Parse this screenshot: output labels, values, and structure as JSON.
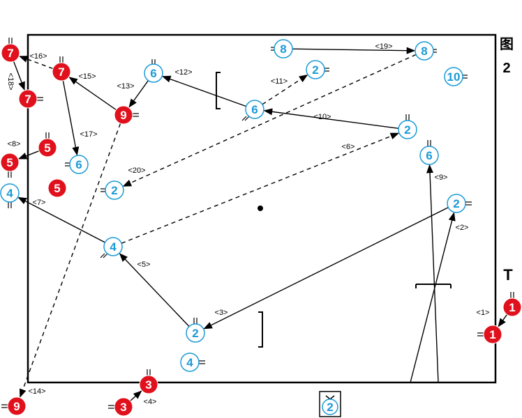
{
  "figure": {
    "caption_char": "图",
    "caption_num": "2",
    "side_mark": "T"
  },
  "colors": {
    "blue": "#1a9ad6",
    "red": "#e0101c",
    "line": "#000000",
    "circle_fill_blue": "#ffffff"
  },
  "players": [
    {
      "id": "b8a",
      "num": "8",
      "team": "blue"
    },
    {
      "id": "b8b",
      "num": "8",
      "team": "blue"
    },
    {
      "id": "b2a",
      "num": "2",
      "team": "blue"
    },
    {
      "id": "b10",
      "num": "10",
      "team": "blue"
    },
    {
      "id": "b6a",
      "num": "6",
      "team": "blue"
    },
    {
      "id": "b6b",
      "num": "6",
      "team": "blue"
    },
    {
      "id": "b2b",
      "num": "2",
      "team": "blue"
    },
    {
      "id": "b6c",
      "num": "6",
      "team": "blue"
    },
    {
      "id": "b6d",
      "num": "6",
      "team": "blue"
    },
    {
      "id": "b2c",
      "num": "2",
      "team": "blue"
    },
    {
      "id": "b4a",
      "num": "4",
      "team": "blue"
    },
    {
      "id": "b4b",
      "num": "4",
      "team": "blue"
    },
    {
      "id": "b2d",
      "num": "2",
      "team": "blue"
    },
    {
      "id": "b2e",
      "num": "2",
      "team": "blue"
    },
    {
      "id": "b4c",
      "num": "4",
      "team": "blue"
    },
    {
      "id": "b2f",
      "num": "2",
      "team": "blue"
    },
    {
      "id": "r7a",
      "num": "7",
      "team": "red"
    },
    {
      "id": "r7b",
      "num": "7",
      "team": "red"
    },
    {
      "id": "r7c",
      "num": "7",
      "team": "red"
    },
    {
      "id": "r9a",
      "num": "9",
      "team": "red"
    },
    {
      "id": "r5a",
      "num": "5",
      "team": "red"
    },
    {
      "id": "r5b",
      "num": "5",
      "team": "red"
    },
    {
      "id": "r5c",
      "num": "5",
      "team": "red"
    },
    {
      "id": "r1a",
      "num": "1",
      "team": "red"
    },
    {
      "id": "r1b",
      "num": "1",
      "team": "red"
    },
    {
      "id": "r3a",
      "num": "3",
      "team": "red"
    },
    {
      "id": "r3b",
      "num": "3",
      "team": "red"
    },
    {
      "id": "r9b",
      "num": "9",
      "team": "red"
    }
  ],
  "moves": [
    {
      "id": "m1",
      "label": "<1>",
      "from": "r1a",
      "to": "r1b",
      "style": "solid"
    },
    {
      "id": "m2",
      "label": "<2>",
      "from": "p_bottom1",
      "to": "b2d",
      "style": "solid"
    },
    {
      "id": "m3",
      "label": "<3>",
      "from": "b2d",
      "to": "b2e",
      "style": "solid"
    },
    {
      "id": "m4",
      "label": "<4>",
      "from": "r3b",
      "to": "r3a",
      "style": "solid"
    },
    {
      "id": "m5",
      "label": "<5>",
      "from": "b2e",
      "to": "b4b",
      "style": "solid"
    },
    {
      "id": "m6",
      "label": "<6>",
      "from": "b4b",
      "to": "b2b",
      "style": "dashed"
    },
    {
      "id": "m7",
      "label": "<7>",
      "from": "b4b",
      "to": "b4a",
      "style": "solid"
    },
    {
      "id": "m8",
      "label": "<8>",
      "from": "r5a",
      "to": "r5b",
      "style": "solid"
    },
    {
      "id": "m9",
      "label": "<9>",
      "from": "p_bottom2",
      "to": "b6d",
      "style": "solid"
    },
    {
      "id": "m10",
      "label": "<10>",
      "from": "b2b",
      "to": "b6b",
      "style": "solid"
    },
    {
      "id": "m11",
      "label": "<11>",
      "from": "b6b",
      "to": "b2a",
      "style": "dashed"
    },
    {
      "id": "m12",
      "label": "<12>",
      "from": "b6b",
      "to": "b6a",
      "style": "solid"
    },
    {
      "id": "m13",
      "label": "<13>",
      "from": "b6a",
      "to": "r9a",
      "style": "solid"
    },
    {
      "id": "m14",
      "label": "<14>",
      "from": "r9a",
      "to": "r9b",
      "style": "dashed"
    },
    {
      "id": "m15",
      "label": "<15>",
      "from": "r9a",
      "to": "r7b",
      "style": "solid"
    },
    {
      "id": "m16",
      "label": "<16>",
      "from": "r7b",
      "to": "r7a",
      "style": "dashed"
    },
    {
      "id": "m17",
      "label": "<17>",
      "from": "r7b",
      "to": "b6c",
      "style": "solid"
    },
    {
      "id": "m18",
      "label": "<18>",
      "from": "r7a",
      "to": "r7c",
      "style": "solid"
    },
    {
      "id": "m19",
      "label": "<19>",
      "from": "b8a",
      "to": "b8b",
      "style": "solid"
    },
    {
      "id": "m20",
      "label": "<20>",
      "from": "b8b",
      "to": "b2c",
      "style": "dashed"
    }
  ],
  "coach": {
    "num": "2"
  }
}
